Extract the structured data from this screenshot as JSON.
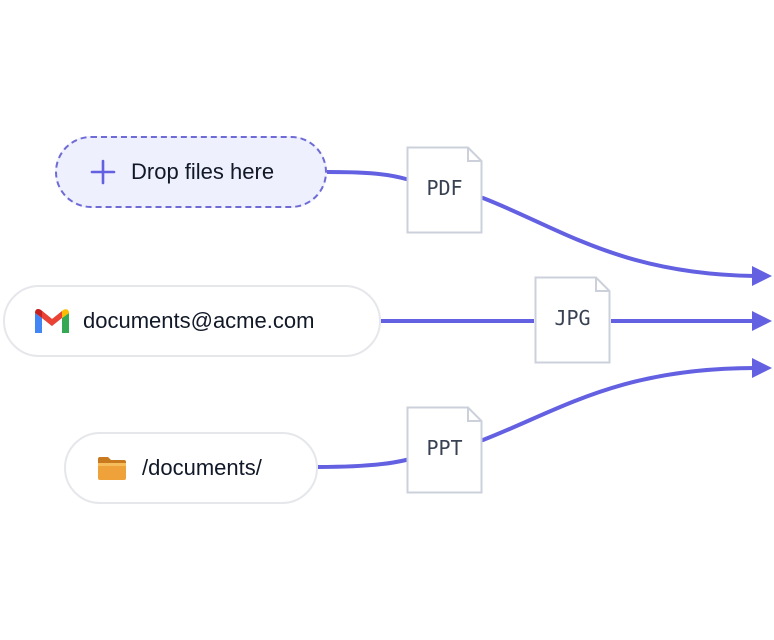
{
  "sources": {
    "drop": {
      "label": "Drop files here",
      "icon": "plus-icon"
    },
    "email": {
      "label": "documents@acme.com",
      "icon": "gmail-icon"
    },
    "folder": {
      "label": "/documents/",
      "icon": "folder-icon"
    }
  },
  "files": {
    "pdf": {
      "label": "PDF",
      "icon": "document-icon"
    },
    "jpg": {
      "label": "JPG",
      "icon": "document-icon"
    },
    "ppt": {
      "label": "PPT",
      "icon": "document-icon"
    }
  },
  "colors": {
    "accent": "#6360e2",
    "drop_fill": "#eef0fd",
    "pill_border": "#e5e7eb",
    "doc_border": "#cbd0da",
    "text": "#111827"
  }
}
